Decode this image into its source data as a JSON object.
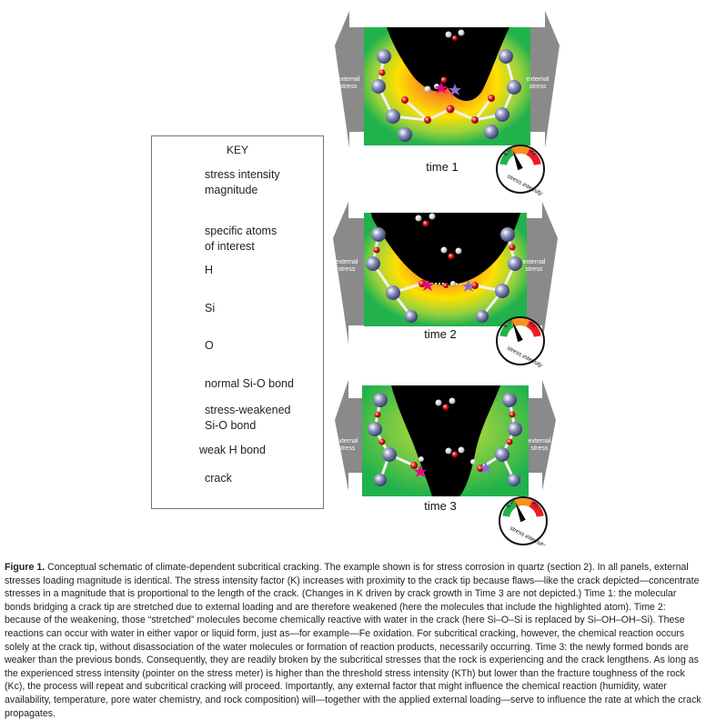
{
  "key": {
    "title": "KEY",
    "items": [
      {
        "line1": "stress intensity",
        "line2": "magnitude"
      },
      {
        "line1": "specific atoms",
        "line2": "of interest"
      },
      {
        "line1": "H",
        "line2": ""
      },
      {
        "line1": "Si",
        "line2": ""
      },
      {
        "line1": "O",
        "line2": ""
      },
      {
        "line1": "normal Si-O bond",
        "line2": ""
      },
      {
        "line1": "stress-weakened",
        "line2": "Si-O bond"
      },
      {
        "line1": "weak H bond",
        "line2": ""
      },
      {
        "line1": "crack",
        "line2": ""
      }
    ]
  },
  "panels": [
    {
      "time_label": "time 1",
      "stress_level": 0.35
    },
    {
      "time_label": "time 2",
      "stress_level": 0.35
    },
    {
      "time_label": "time 3",
      "stress_level": 0.35
    }
  ],
  "arrow_label_line1": "external",
  "arrow_label_line2": "stress",
  "gauge": {
    "left_label": "KTh",
    "right_label": "Kc",
    "arc_label": "stress intensity"
  },
  "colors": {
    "green": "#22b24c",
    "yellow": "#ffe000",
    "orange": "#f7931e",
    "red": "#ed1c24",
    "arrow_gray": "#8a8a8a",
    "magenta_atom": "#ec008c",
    "purple_atom": "#8c6bd6"
  },
  "caption": {
    "figure_label": "Figure 1.",
    "text": " Conceptual schematic of climate-dependent subcritical cracking. The example shown is for stress corrosion in quartz (section 2). In all panels, external stresses loading magnitude is identical. The stress intensity factor (K) increases with proximity to the crack tip because flaws—like the crack depicted—concentrate stresses in a magnitude that is proportional to the length of the crack. (Changes in K driven by crack growth in Time 3 are not depicted.) Time 1: the molecular bonds bridging a crack tip are stretched due to external loading and are therefore weakened (here the molecules that include the highlighted atom). Time 2: because of the weakening, those “stretched” molecules become chemically reactive with water in the crack (here Si–O–Si is replaced by Si–OH–OH–Si). These reactions can occur with water in either vapor or liquid form, just as—for example—Fe oxidation. For subcritical cracking, however, the chemical reaction occurs solely at the crack tip, without disassociation of the water molecules or formation of reaction products, necessarily occurring. Time 3: the newly formed bonds are weaker than the previous bonds. Consequently, they are readily broken by the subcritical stresses that the rock is experiencing and the crack lengthens. As long as the experienced stress intensity (pointer on the stress meter) is higher than the threshold stress intensity (KTh) but lower than the fracture toughness of the rock (Kc), the process will repeat and subcritical cracking will proceed. Importantly, any external factor that might influence the chemical reaction (humidity, water availability, temperature, pore water chemistry, and rock composition) will—together with the applied external loading—serve to influence the rate at which the crack propagates."
  }
}
